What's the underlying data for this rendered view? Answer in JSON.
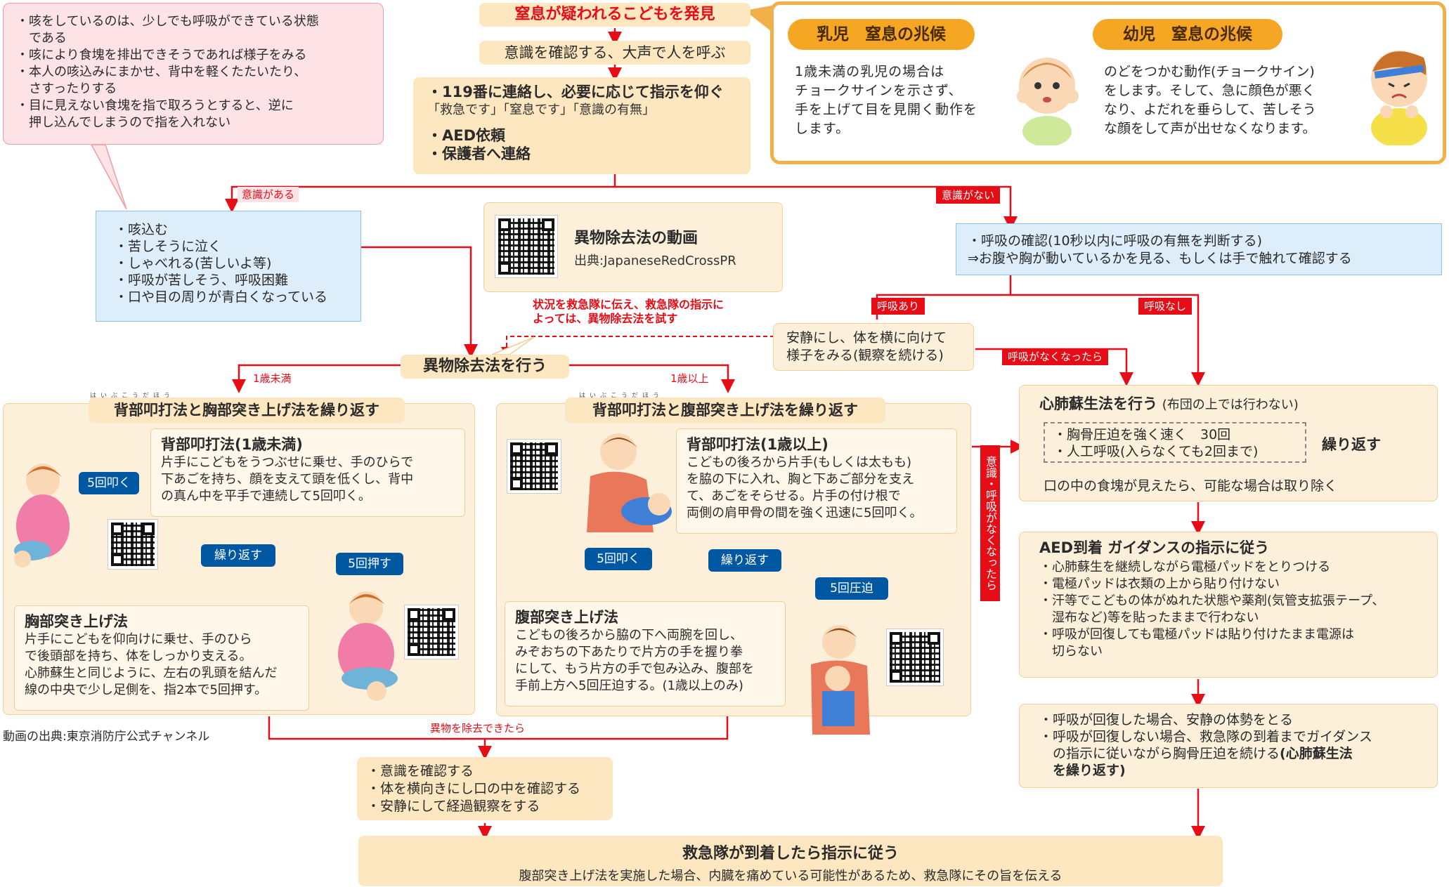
{
  "start": "窒息が疑われるこどもを発見",
  "step_call_out": "意識を確認する、大声で人を呼ぶ",
  "call119": {
    "line1": "・119番に連絡し、必要に応じて指示を仰ぐ",
    "line2": "「救急です」「窒息です」「意識の有無」",
    "line3": "・AED依頼",
    "line4": "・保護者へ連絡"
  },
  "cough_note": [
    "・咳をしているのは、少しでも呼吸ができている状態",
    "　である",
    "・咳により食塊を排出できそうであれば様子をみる",
    "・本人の咳込みにまかせ、背中を軽くたたいたり、",
    "　さすったりする",
    "・目に見えない食塊を指で取ろうとすると、逆に",
    "　押し込んでしまうので指を入れない"
  ],
  "signs": {
    "infant_title": "乳児　窒息の兆候",
    "infant_text": [
      "1歳未満の乳児の場合は",
      "チョークサインを示さず、",
      "手を上げて目を見開く動作を",
      "します。"
    ],
    "toddler_title": "幼児　窒息の兆候",
    "toddler_text": [
      "のどをつかむ動作(チョークサイン)",
      "をします。そして、急に顔色が悪く",
      "なり、よだれを垂らして、苦しそう",
      "な顔をして声が出せなくなります。"
    ]
  },
  "labels": {
    "conscious": "意識がある",
    "unconscious": "意識がない",
    "breathing": "呼吸あり",
    "not_breathing": "呼吸なし",
    "stopped_breathing": "呼吸がなくなったら",
    "lost_consciousness": "意識・呼吸がなくなったら",
    "under1": "1歳未満",
    "over1": "1歳以上",
    "removed": "異物を除去できたら",
    "instruct": [
      "状況を救急隊に伝え、救急隊の指示に",
      "よっては、異物除去法を試す"
    ]
  },
  "conscious_signs": [
    "・咳込む",
    "・苦しそうに泣く",
    "・しゃべれる(苦しいよ等)",
    "・呼吸が苦しそう、呼吸困難",
    "・口や目の周りが青白くなっている"
  ],
  "video": {
    "title": "異物除去法の動画",
    "source": "出典:JapaneseRedCrossPR"
  },
  "breath_check": [
    "・呼吸の確認(10秒以内に呼吸の有無を判断する)",
    "⇒お腹や胸が動いているかを見る、もしくは手で触れて確認する"
  ],
  "observe": [
    "安静にし、体を横に向けて",
    "様子をみる(観察を続ける)"
  ],
  "foreign_removal": "異物除去法を行う",
  "infant_method": {
    "header": "背部叩打法と胸部突き上げ法を繰り返す",
    "ruby": "はいぶこうだほう",
    "back_title": "背部叩打法(1歳未満)",
    "back_text": [
      "片手にこどもをうつぶせに乗せ、手のひらで",
      "下あごを持ち、顔を支えて頭を低くし、背中",
      "の真ん中を平手で連続して5回叩く。"
    ],
    "chest_title": "胸部突き上げ法",
    "chest_text": [
      "片手にこどもを仰向けに乗せ、手のひら",
      "で後頭部を持ち、体をしっかり支える。",
      "心肺蘇生と同じように、左右の乳頭を結んだ",
      "線の中央で少し足側を、指2本で5回押す。"
    ],
    "pill_hit": "5回叩く",
    "pill_repeat": "繰り返す",
    "pill_push": "5回押す"
  },
  "child_method": {
    "header": "背部叩打法と腹部突き上げ法を繰り返す",
    "ruby": "はいぶこうだほう",
    "back_title": "背部叩打法(1歳以上)",
    "back_text": [
      "こどもの後ろから片手(もしくは太もも)",
      "を脇の下に入れ、胸と下あご部分を支え",
      "て、あごをそらせる。片手の付け根で",
      "両側の肩甲骨の間を強く迅速に5回叩く。"
    ],
    "abd_title": "腹部突き上げ法",
    "abd_text": [
      "こどもの後ろから脇の下へ両腕を回し、",
      "みぞおちの下あたりで片方の手を握り拳",
      "にして、もう片方の手で包み込み、腹部を",
      "手前上方へ5回圧迫する。(1歳以上のみ)"
    ],
    "pill_hit": "5回叩く",
    "pill_repeat": "繰り返す",
    "pill_press": "5回圧迫"
  },
  "video_source_note": "動画の出典:東京消防庁公式チャンネル",
  "cpr": {
    "title": "心肺蘇生法を行う",
    "title_note": "(布団の上では行わない)",
    "items": [
      "・胸骨圧迫を強く速く　30回",
      "・人工呼吸(入らなくても2回まで)"
    ],
    "repeat": "繰り返す",
    "note": "口の中の食塊が見えたら、可能な場合は取り除く"
  },
  "aed": {
    "title": "AED到着 ガイダンスの指示に従う",
    "items": [
      "・心肺蘇生を継続しながら電極パッドをとりつける",
      "・電極パッドは衣類の上から貼り付けない",
      "・汗等でこどもの体がぬれた状態や薬剤(気管支拡張テープ、",
      "　湿布など)等を貼ったままで行わない",
      "・呼吸が回復しても電極パッドは貼り付けたまま電源は",
      "　切らない"
    ]
  },
  "recovery": {
    "l1": "・呼吸が回復した場合、安静の体勢をとる",
    "l2": "・呼吸が回復しない場合、救急隊の到着までガイダンス",
    "l3": "　の指示に従いながら胸骨圧迫を続ける",
    "l3b": "(心肺蘇生法",
    "l4": "　を繰り返す)"
  },
  "after_removal": [
    "・意識を確認する",
    "・体を横向きにし口の中を確認する",
    "・安静にして経過観察をする"
  ],
  "final": {
    "title": "救急隊が到着したら指示に従う",
    "text": "腹部突き上げ法を実施した場合、内臓を痛めている可能性があるため、救急隊にその旨を伝える"
  },
  "colors": {
    "arrow": "#e60d17",
    "yellow_box": "#fde7c0",
    "blue_box": "#ddeefa",
    "pink_box": "#fde3e5",
    "orange_pill": "#f5a623",
    "blue_pill": "#0058a3"
  }
}
